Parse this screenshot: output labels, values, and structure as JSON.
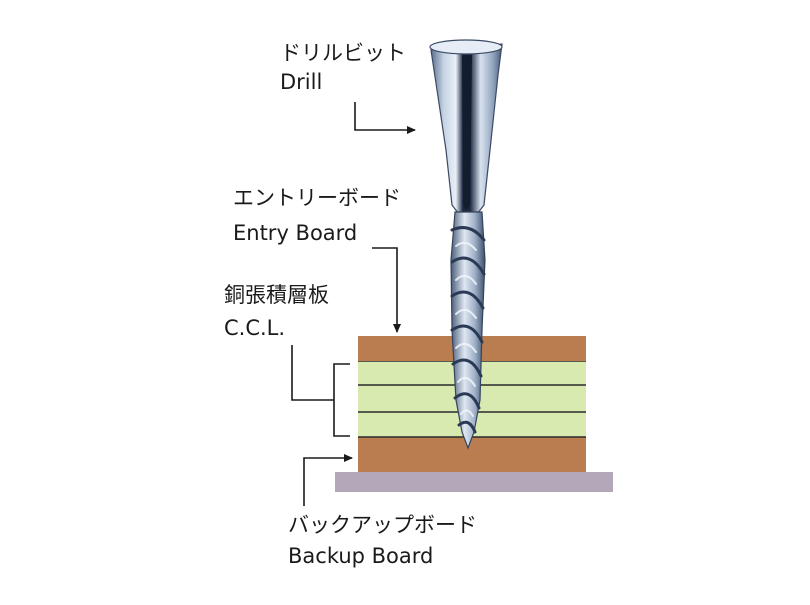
{
  "labels": {
    "drill": {
      "ja": "ドリルビット",
      "en": "Drill"
    },
    "entry_board": {
      "ja": "エントリーボード",
      "en": "Entry Board"
    },
    "ccl": {
      "ja": "銅張積層板",
      "en": "C.C.L."
    },
    "backup_board": {
      "ja": "バックアップボード",
      "en": "Backup Board"
    }
  },
  "colors": {
    "entry_board": "#b97d4f",
    "ccl_layer": "#d9eab0",
    "backup_board": "#b97d4f",
    "base_plate": "#b3a7ba",
    "drill_steel": "#a9b8cc",
    "drill_dark": "#1f2a44",
    "text": "#1a1a1a"
  }
}
